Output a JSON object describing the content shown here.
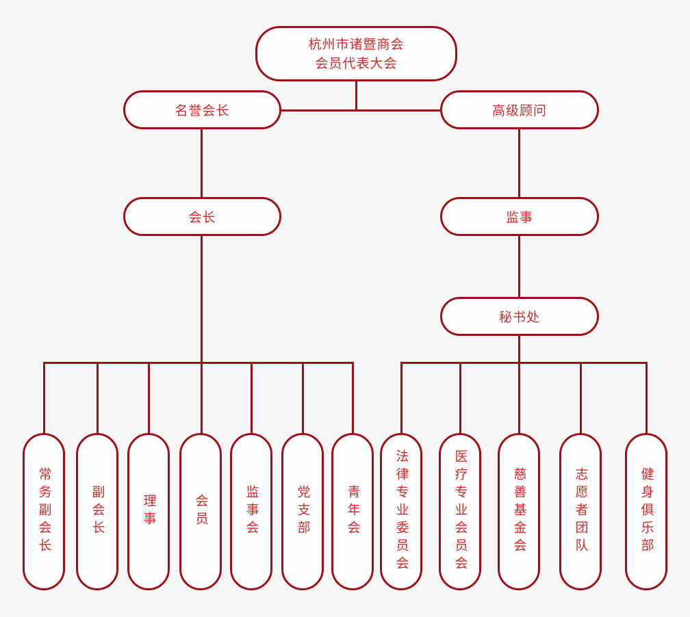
{
  "colors": {
    "line": "#9e1116",
    "text": "#d32b2b",
    "box_fill": "#fdfdfd",
    "background": "#f6f6f7"
  },
  "nodes": {
    "assembly": {
      "label_line1": "杭州市诸暨商会",
      "label_line2": "会员代表大会"
    },
    "honorary_president": {
      "label": "名誉会长"
    },
    "senior_advisor": {
      "label": "高级顾问"
    },
    "president": {
      "label": "会长"
    },
    "supervisor": {
      "label": "监事"
    },
    "secretariat": {
      "label": "秘书处"
    }
  },
  "president_children": [
    {
      "label": "常务副会长"
    },
    {
      "label": "副会长"
    },
    {
      "label": "理事"
    },
    {
      "label": "会员"
    },
    {
      "label": "监事会"
    },
    {
      "label": "党支部"
    },
    {
      "label": "青年会"
    }
  ],
  "secretariat_children": [
    {
      "label": "法律专业委员会"
    },
    {
      "label": "医疗专业会员会"
    },
    {
      "label": "慈善基金会"
    },
    {
      "label": "志愿者团队"
    },
    {
      "label": "健身俱乐部"
    }
  ]
}
